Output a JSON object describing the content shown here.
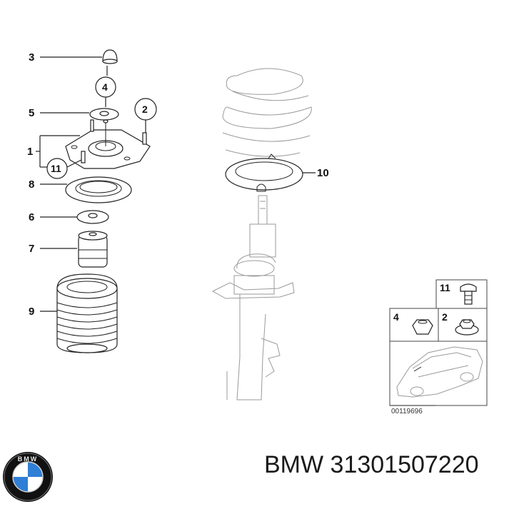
{
  "callouts": {
    "c1": "1",
    "c2": "2",
    "c3": "3",
    "c4": "4",
    "c5": "5",
    "c6": "6",
    "c7": "7",
    "c8": "8",
    "c9": "9",
    "c10": "10",
    "c11": "11"
  },
  "inset": {
    "n11": "11",
    "n4": "4",
    "n2": "2",
    "ref_code": "00119696"
  },
  "logo": {
    "text": "BMW"
  },
  "caption": "BMW 31301507220",
  "colors": {
    "line": "#222222",
    "logo_blue": "#2f7fd6",
    "logo_ring": "#111111"
  }
}
